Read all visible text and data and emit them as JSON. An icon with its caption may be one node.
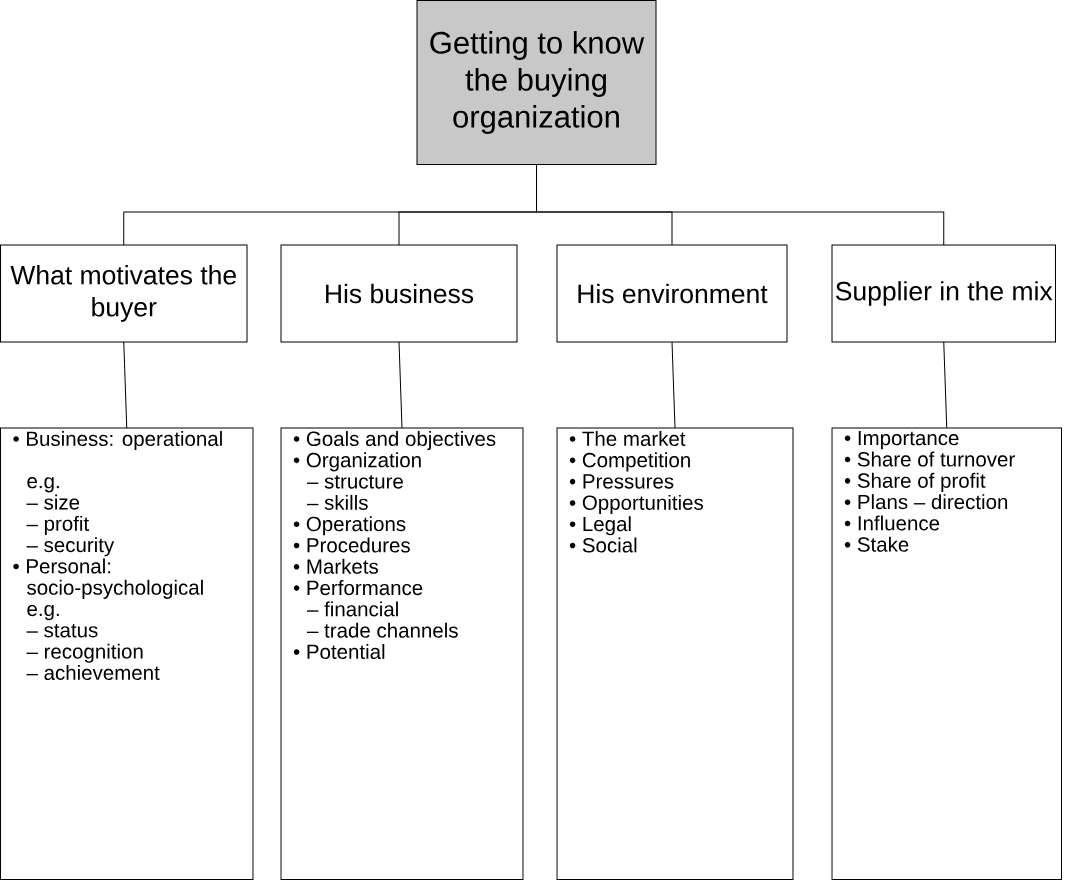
{
  "diagram": {
    "nodes": [
      {
        "text": [
          "Getting to know the buying organization"
        ]
      },
      {
        "text": [
          "What motivates the buyer"
        ]
      },
      {
        "text": [
          "His business"
        ]
      },
      {
        "text": [
          "His environment"
        ]
      },
      {
        "text": [
          "Supplier in the mix"
        ]
      },
      {
        "text": [
          "• Business: operational",
          "e.g.",
          "– size",
          "– profit",
          "– security",
          "• Personal: socio-psychological",
          "e.g.",
          "– status",
          "– recognition",
          "– achievement"
        ]
      },
      {
        "text": [
          "• Goals and objectives",
          "• Organization",
          "– structure",
          "– skills",
          "• Operations",
          "• Procedures",
          "• Markets",
          "• Performance",
          "– financial",
          "– trade channels",
          "• Potential"
        ]
      },
      {
        "text": [
          "• The market",
          "• Competition",
          "• Pressures",
          "• Opportunities",
          "• Legal",
          "• Social"
        ]
      },
      {
        "text": [
          "• Importance",
          "• Share of turnover",
          "• Share of profit",
          "• Plans – direction",
          "• Influence",
          "• Stake"
        ]
      }
    ],
    "edges": [
      {
        "from": 0,
        "to": 1,
        "arrow": "none"
      },
      {
        "from": 0,
        "to": 2,
        "arrow": "none"
      },
      {
        "from": 0,
        "to": 3,
        "arrow": "none"
      },
      {
        "from": 0,
        "to": 4,
        "arrow": "none"
      },
      {
        "from": 1,
        "to": 5,
        "arrow": "none"
      },
      {
        "from": 2,
        "to": 6,
        "arrow": "none"
      },
      {
        "from": 3,
        "to": 7,
        "arrow": "none"
      },
      {
        "from": 4,
        "to": 8,
        "arrow": "none"
      }
    ]
  }
}
